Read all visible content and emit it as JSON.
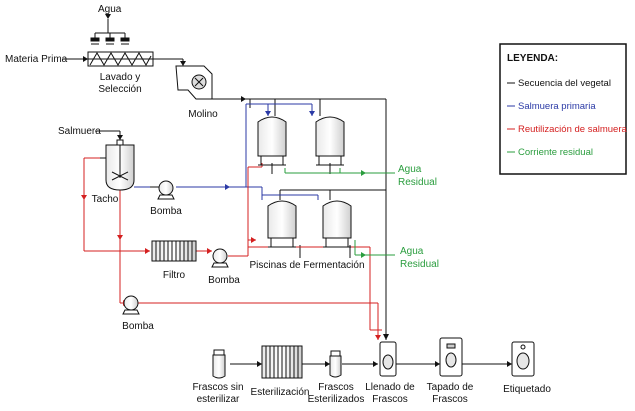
{
  "labels": {
    "agua": "Agua",
    "materia_prima": "Materia Prima",
    "lavado": [
      "Lavado y",
      "Selección"
    ],
    "molino": "Molino",
    "salmuera": "Salmuera",
    "tacho": "Tacho",
    "bomba_1": "Bomba",
    "bomba_2": "Bomba",
    "bomba_3": "Bomba",
    "filtro": "Filtro",
    "piscinas": "Piscinas de Fermentación",
    "agua_residual_1": [
      "Agua",
      "Residual"
    ],
    "agua_residual_2": [
      "Agua",
      "Residual"
    ],
    "frascos_sin": [
      "Frascos sin",
      "esterilizar"
    ],
    "esterilizacion": "Esterilización",
    "frascos_est": [
      "Frascos",
      "Esterilizados"
    ],
    "llenado": [
      "Llenado de",
      "Frascos"
    ],
    "tapado": [
      "Tapado de",
      "Frascos"
    ],
    "etiquetado": "Etiquetado"
  },
  "legend": {
    "title": "LEYENDA:",
    "items": [
      {
        "label": "Secuencia del vegetal",
        "color": "#111111"
      },
      {
        "label": "Salmuera primaria",
        "color": "#2b3aa6"
      },
      {
        "label": "Reutilización de salmuera",
        "color": "#d42020"
      },
      {
        "label": "Corriente residual",
        "color": "#2a9d3e"
      }
    ]
  },
  "colors": {
    "black": "#111111",
    "blue": "#2b3aa6",
    "red": "#d42020",
    "green": "#2a9d3e"
  }
}
